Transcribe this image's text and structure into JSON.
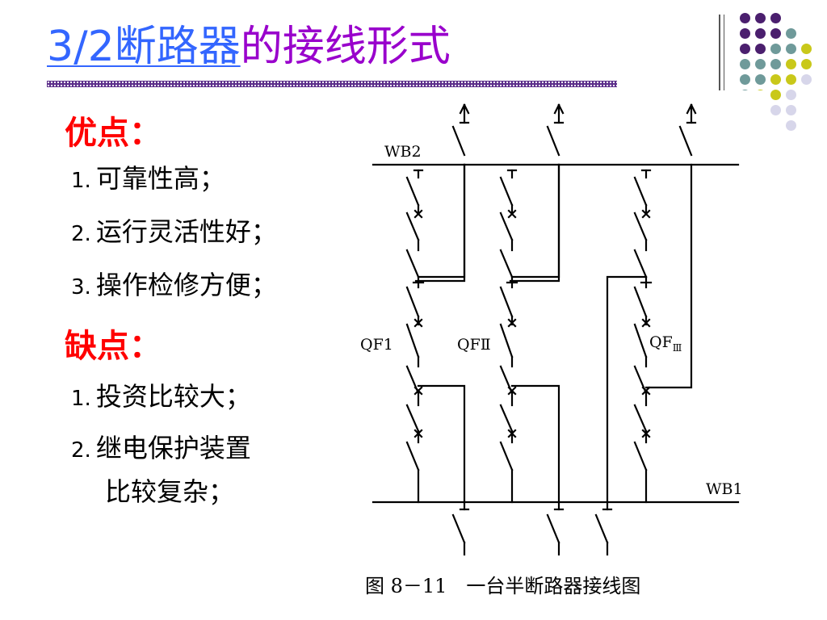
{
  "slide": {
    "title_link": "3/2断路器",
    "title_rest": "的接线形式"
  },
  "advantages": {
    "heading": "优点：",
    "items": [
      {
        "num": "1.",
        "text": "可靠性高；"
      },
      {
        "num": "2.",
        "text": "运行灵活性好；"
      },
      {
        "num": "3.",
        "text": "操作检修方便；"
      }
    ]
  },
  "disadvantages": {
    "heading": "缺点：",
    "items": [
      {
        "num": "1.",
        "text": "投资比较大；"
      },
      {
        "num": "2.",
        "text": "继电保护装置",
        "cont": "比较复杂；"
      }
    ]
  },
  "diagram": {
    "bus_top": "WB2",
    "bus_bottom": "WB1",
    "breakers": [
      "QF1",
      "QFⅡ",
      "QF",
      "Ⅲ"
    ],
    "caption": "图 8－11　一台半断路器接线图"
  },
  "colors": {
    "title": "#9900cc",
    "title_link": "#3366ff",
    "heading": "#ff0000",
    "dot_purple": "#4b1f6e",
    "dot_teal": "#6f9a9a",
    "dot_yellow": "#c9c81a",
    "dot_lavender": "#d7d6ea"
  }
}
